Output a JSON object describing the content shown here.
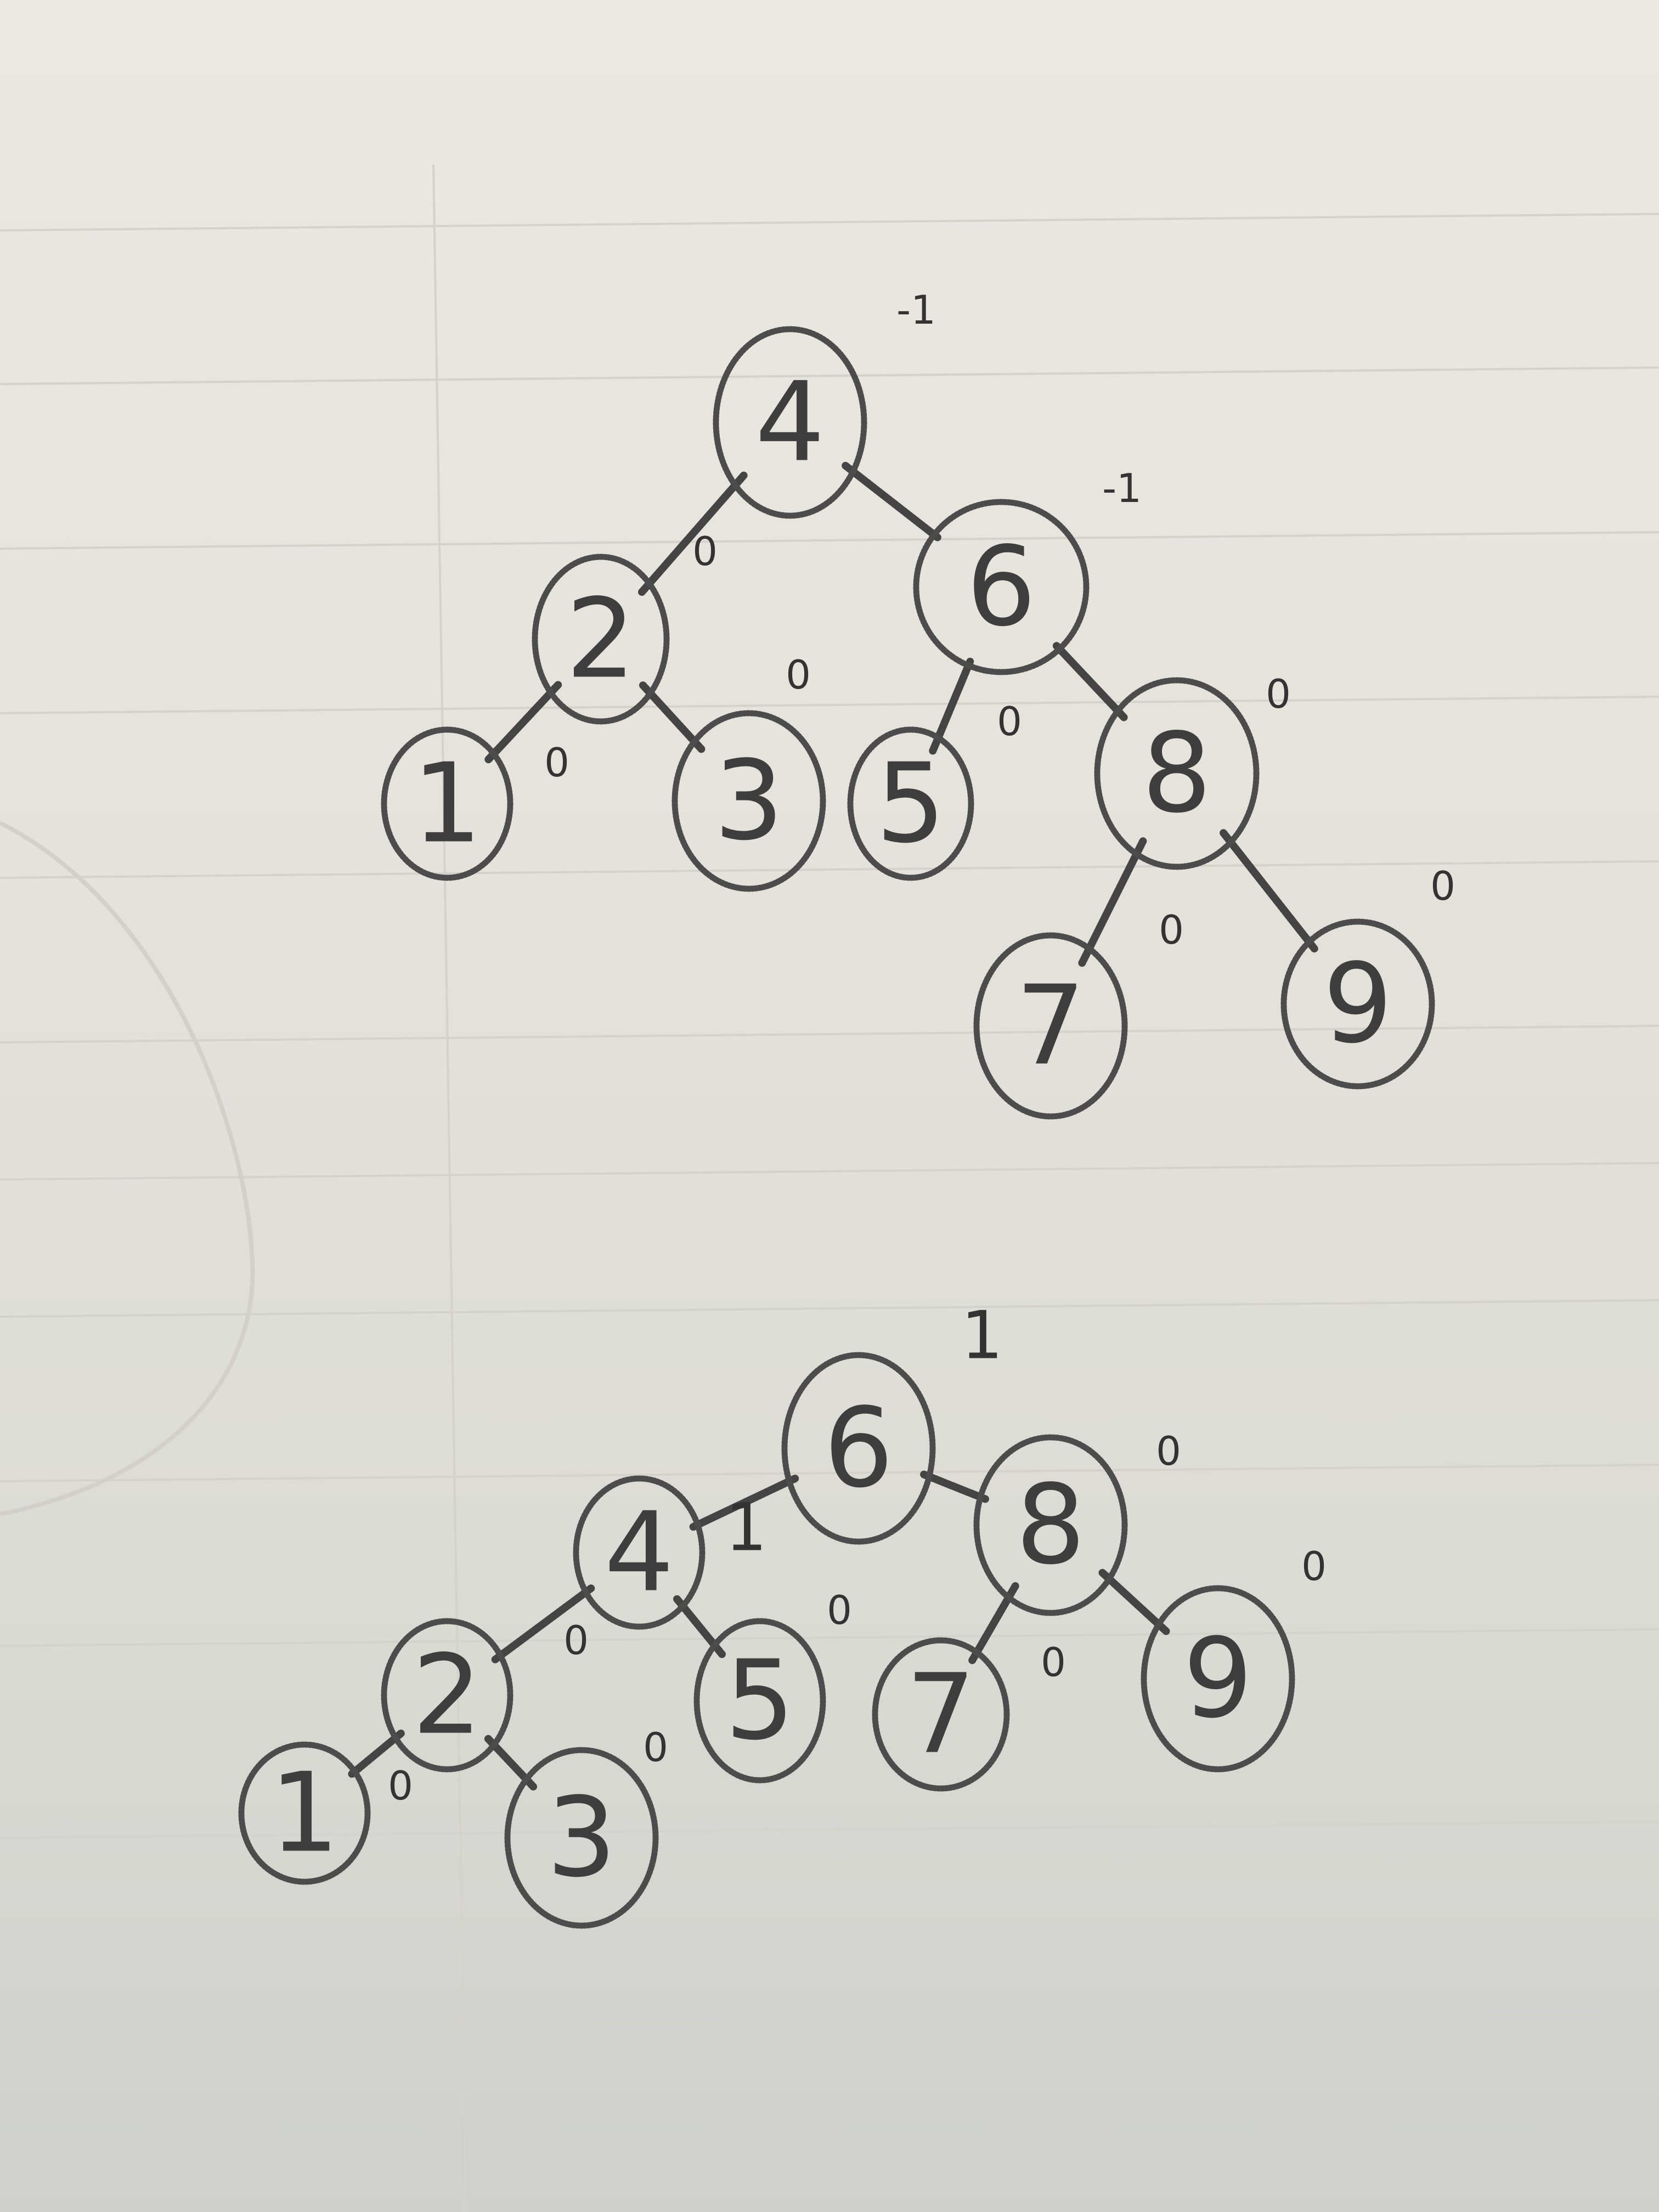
{
  "trees": [
    {
      "id": "tree-before",
      "nodes": [
        {
          "id": "n4",
          "label": "4",
          "balance": "-1"
        },
        {
          "id": "n2",
          "label": "2",
          "balance": "0"
        },
        {
          "id": "n6",
          "label": "6",
          "balance": "-1"
        },
        {
          "id": "n1",
          "label": "1",
          "balance": "0"
        },
        {
          "id": "n3",
          "label": "3",
          "balance": "0"
        },
        {
          "id": "n5",
          "label": "5",
          "balance": "0"
        },
        {
          "id": "n8",
          "label": "8",
          "balance": "0"
        },
        {
          "id": "n7",
          "label": "7",
          "balance": "0"
        },
        {
          "id": "n9",
          "label": "9",
          "balance": "0"
        }
      ],
      "edges": [
        [
          "n4",
          "n2"
        ],
        [
          "n4",
          "n6"
        ],
        [
          "n2",
          "n1"
        ],
        [
          "n2",
          "n3"
        ],
        [
          "n6",
          "n5"
        ],
        [
          "n6",
          "n8"
        ],
        [
          "n8",
          "n7"
        ],
        [
          "n8",
          "n9"
        ]
      ]
    },
    {
      "id": "tree-after",
      "nodes": [
        {
          "id": "m6",
          "label": "6",
          "balance": "1"
        },
        {
          "id": "m4",
          "label": "4",
          "balance": "1"
        },
        {
          "id": "m8",
          "label": "8",
          "balance": "0"
        },
        {
          "id": "m2",
          "label": "2",
          "balance": "0"
        },
        {
          "id": "m5",
          "label": "5",
          "balance": "0"
        },
        {
          "id": "m7",
          "label": "7",
          "balance": "0"
        },
        {
          "id": "m9",
          "label": "9",
          "balance": "0"
        },
        {
          "id": "m1",
          "label": "1",
          "balance": "0"
        },
        {
          "id": "m3",
          "label": "3",
          "balance": "0"
        }
      ],
      "edges": [
        [
          "m6",
          "m4"
        ],
        [
          "m6",
          "m8"
        ],
        [
          "m4",
          "m2"
        ],
        [
          "m4",
          "m5"
        ],
        [
          "m8",
          "m7"
        ],
        [
          "m8",
          "m9"
        ],
        [
          "m2",
          "m1"
        ],
        [
          "m2",
          "m3"
        ]
      ]
    }
  ]
}
